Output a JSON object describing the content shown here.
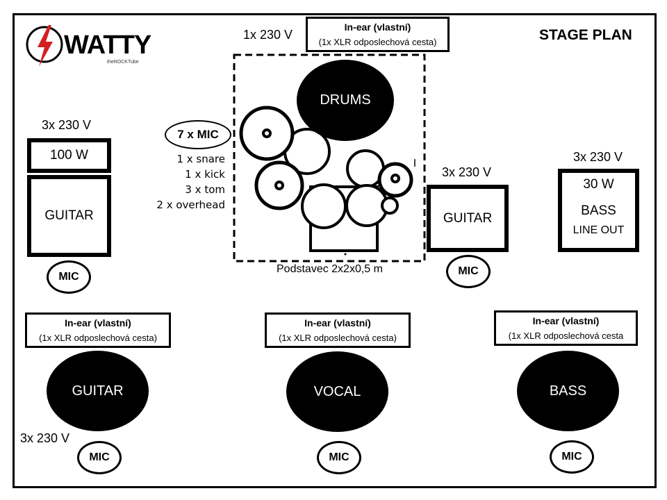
{
  "title": "STAGE PLAN",
  "logo": {
    "brand": "WATTY",
    "sub": "theROCKTube"
  },
  "drum_area": {
    "power": "1x 230 V",
    "inear_label": "In-ear (vlastní)",
    "inear_note": "(1x XLR odposlechová cesta)",
    "drums_label": "DRUMS",
    "mic_count": "7 x MIC",
    "mic_list": [
      "1 x snare",
      "1 x kick",
      "3 x tom",
      "2 x overhead"
    ],
    "riser": "Podstavec 2x2x0,5 m"
  },
  "left_amp": {
    "power": "3x 230 V",
    "head": "100 W",
    "cab": "GUITAR",
    "mic": "MIC"
  },
  "right_guitar_amp": {
    "power": "3x 230 V",
    "cab": "GUITAR",
    "mic": "MIC"
  },
  "bass_amp": {
    "power": "3x 230 V",
    "watt": "30 W",
    "label": "BASS",
    "line_out": "LINE OUT"
  },
  "front": [
    {
      "inear_label": "In-ear (vlastní)",
      "inear_note": "(1x XLR odposlechová cesta)",
      "name": "GUITAR",
      "mic": "MIC",
      "power": "3x 230 V"
    },
    {
      "inear_label": "In-ear (vlastní)",
      "inear_note": "(1x XLR odposlechová cesta)",
      "name": "VOCAL",
      "mic": "MIC"
    },
    {
      "inear_label": "In-ear (vlastní)",
      "inear_note": "(1x XLR odposlechová cesta",
      "name": "BASS",
      "mic": "MIC"
    }
  ]
}
